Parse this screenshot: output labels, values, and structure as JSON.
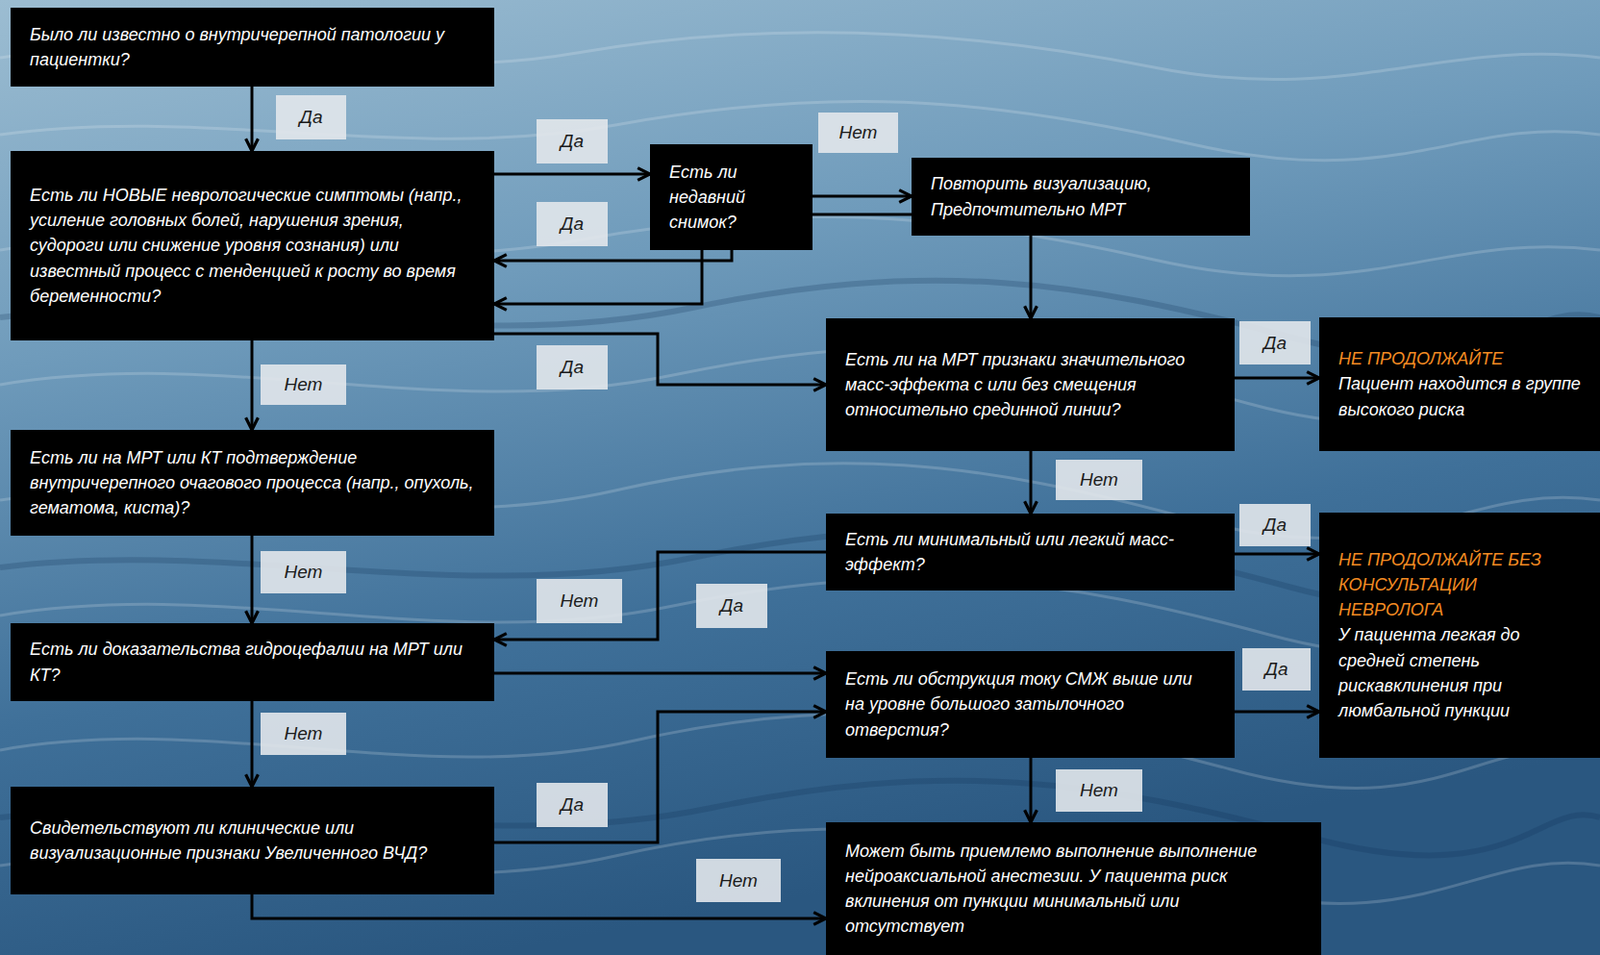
{
  "diagram": {
    "nodes": [
      {
        "text": [
          "Было ли известно о внутричерепной патологии у пациентки?"
        ]
      },
      {
        "text": [
          "Есть ли НОВЫЕ неврологические симптомы (напр., усиление головных болей, нарушения зрения, судороги или снижение уровня сознания) или известный процесс с тенденцией к росту во время беременности?"
        ]
      },
      {
        "text": [
          "Есть ли недавний снимок?"
        ]
      },
      {
        "text": [
          "Повторить визуализацию, Предпочтительно МРТ"
        ]
      },
      {
        "text": [
          "Есть ли на МРТ признаки значительного масс-эффекта с или без смещения относительно срединной линии?"
        ]
      },
      {
        "text": [
          "НЕ ПРОДОЛЖАЙТЕ",
          "Пациент находится в группе высокого риска"
        ]
      },
      {
        "text": [
          "Есть ли на МРТ или КТ подтверждение внутричерепного очагового процесса (напр., опухоль, гематома, киста)?"
        ]
      },
      {
        "text": [
          "Есть ли минимальный или легкий масс-эффект?"
        ]
      },
      {
        "text": [
          "НЕ ПРОДОЛЖАЙТЕ БЕЗ КОНСУЛЬТАЦИИ НЕВРОЛОГА",
          "У пациента легкая до средней степень рискавклинения при люмбальной пункции"
        ]
      },
      {
        "text": [
          "Есть ли доказательства гидроцефалии на МРТ или КТ?"
        ]
      },
      {
        "text": [
          "Есть ли обструкция току СМЖ выше или на уровне большого затылочного отверстия?"
        ]
      },
      {
        "text": [
          "Свидетельствуют ли клинические или визуализационные признаки Увеличенного ВЧД?"
        ]
      },
      {
        "text": [
          "Может быть приемлемо выполнение выполнение нейроаксиальной анестезии. У пациента риск вклинения от пункции минимальный или отсутствует"
        ]
      }
    ],
    "edges": [
      {
        "from": 0,
        "to": 1,
        "label": "Да",
        "arrow": "to"
      },
      {
        "from": 1,
        "to": 2,
        "label": "Да",
        "arrow": "to"
      },
      {
        "from": 2,
        "to": 3,
        "label": "Нет",
        "arrow": "to"
      },
      {
        "from": 2,
        "to": 3,
        "arrow": "none"
      },
      {
        "from": 2,
        "to": 1,
        "label": "Да",
        "arrow": "to"
      },
      {
        "from": 2,
        "to": 1,
        "arrow": "to"
      },
      {
        "from": 1,
        "to": 4,
        "label": "Да",
        "arrow": "to"
      },
      {
        "from": 3,
        "to": 4,
        "arrow": "to"
      },
      {
        "from": 1,
        "to": 6,
        "label": "Нет",
        "arrow": "to"
      },
      {
        "from": 4,
        "to": 5,
        "label": "Да",
        "arrow": "to"
      },
      {
        "from": 4,
        "to": 7,
        "label": "Нет",
        "arrow": "to"
      },
      {
        "from": 6,
        "to": 9,
        "label": "Нет",
        "arrow": "to"
      },
      {
        "from": 7,
        "to": 8,
        "label": "Да",
        "arrow": "to"
      },
      {
        "from": 7,
        "to": 9,
        "label": "Нет",
        "arrow": "to"
      },
      {
        "from": 9,
        "to": 10,
        "label": "Да",
        "arrow": "to"
      },
      {
        "from": 9,
        "to": 11,
        "label": "Нет",
        "arrow": "to"
      },
      {
        "from": 10,
        "to": 8,
        "label": "Да",
        "arrow": "to"
      },
      {
        "from": 10,
        "to": 12,
        "label": "Нет",
        "arrow": "to"
      },
      {
        "from": 11,
        "to": 10,
        "label": "Да",
        "arrow": "to"
      },
      {
        "from": 11,
        "to": 12,
        "label": "Нет",
        "arrow": "to"
      }
    ]
  }
}
